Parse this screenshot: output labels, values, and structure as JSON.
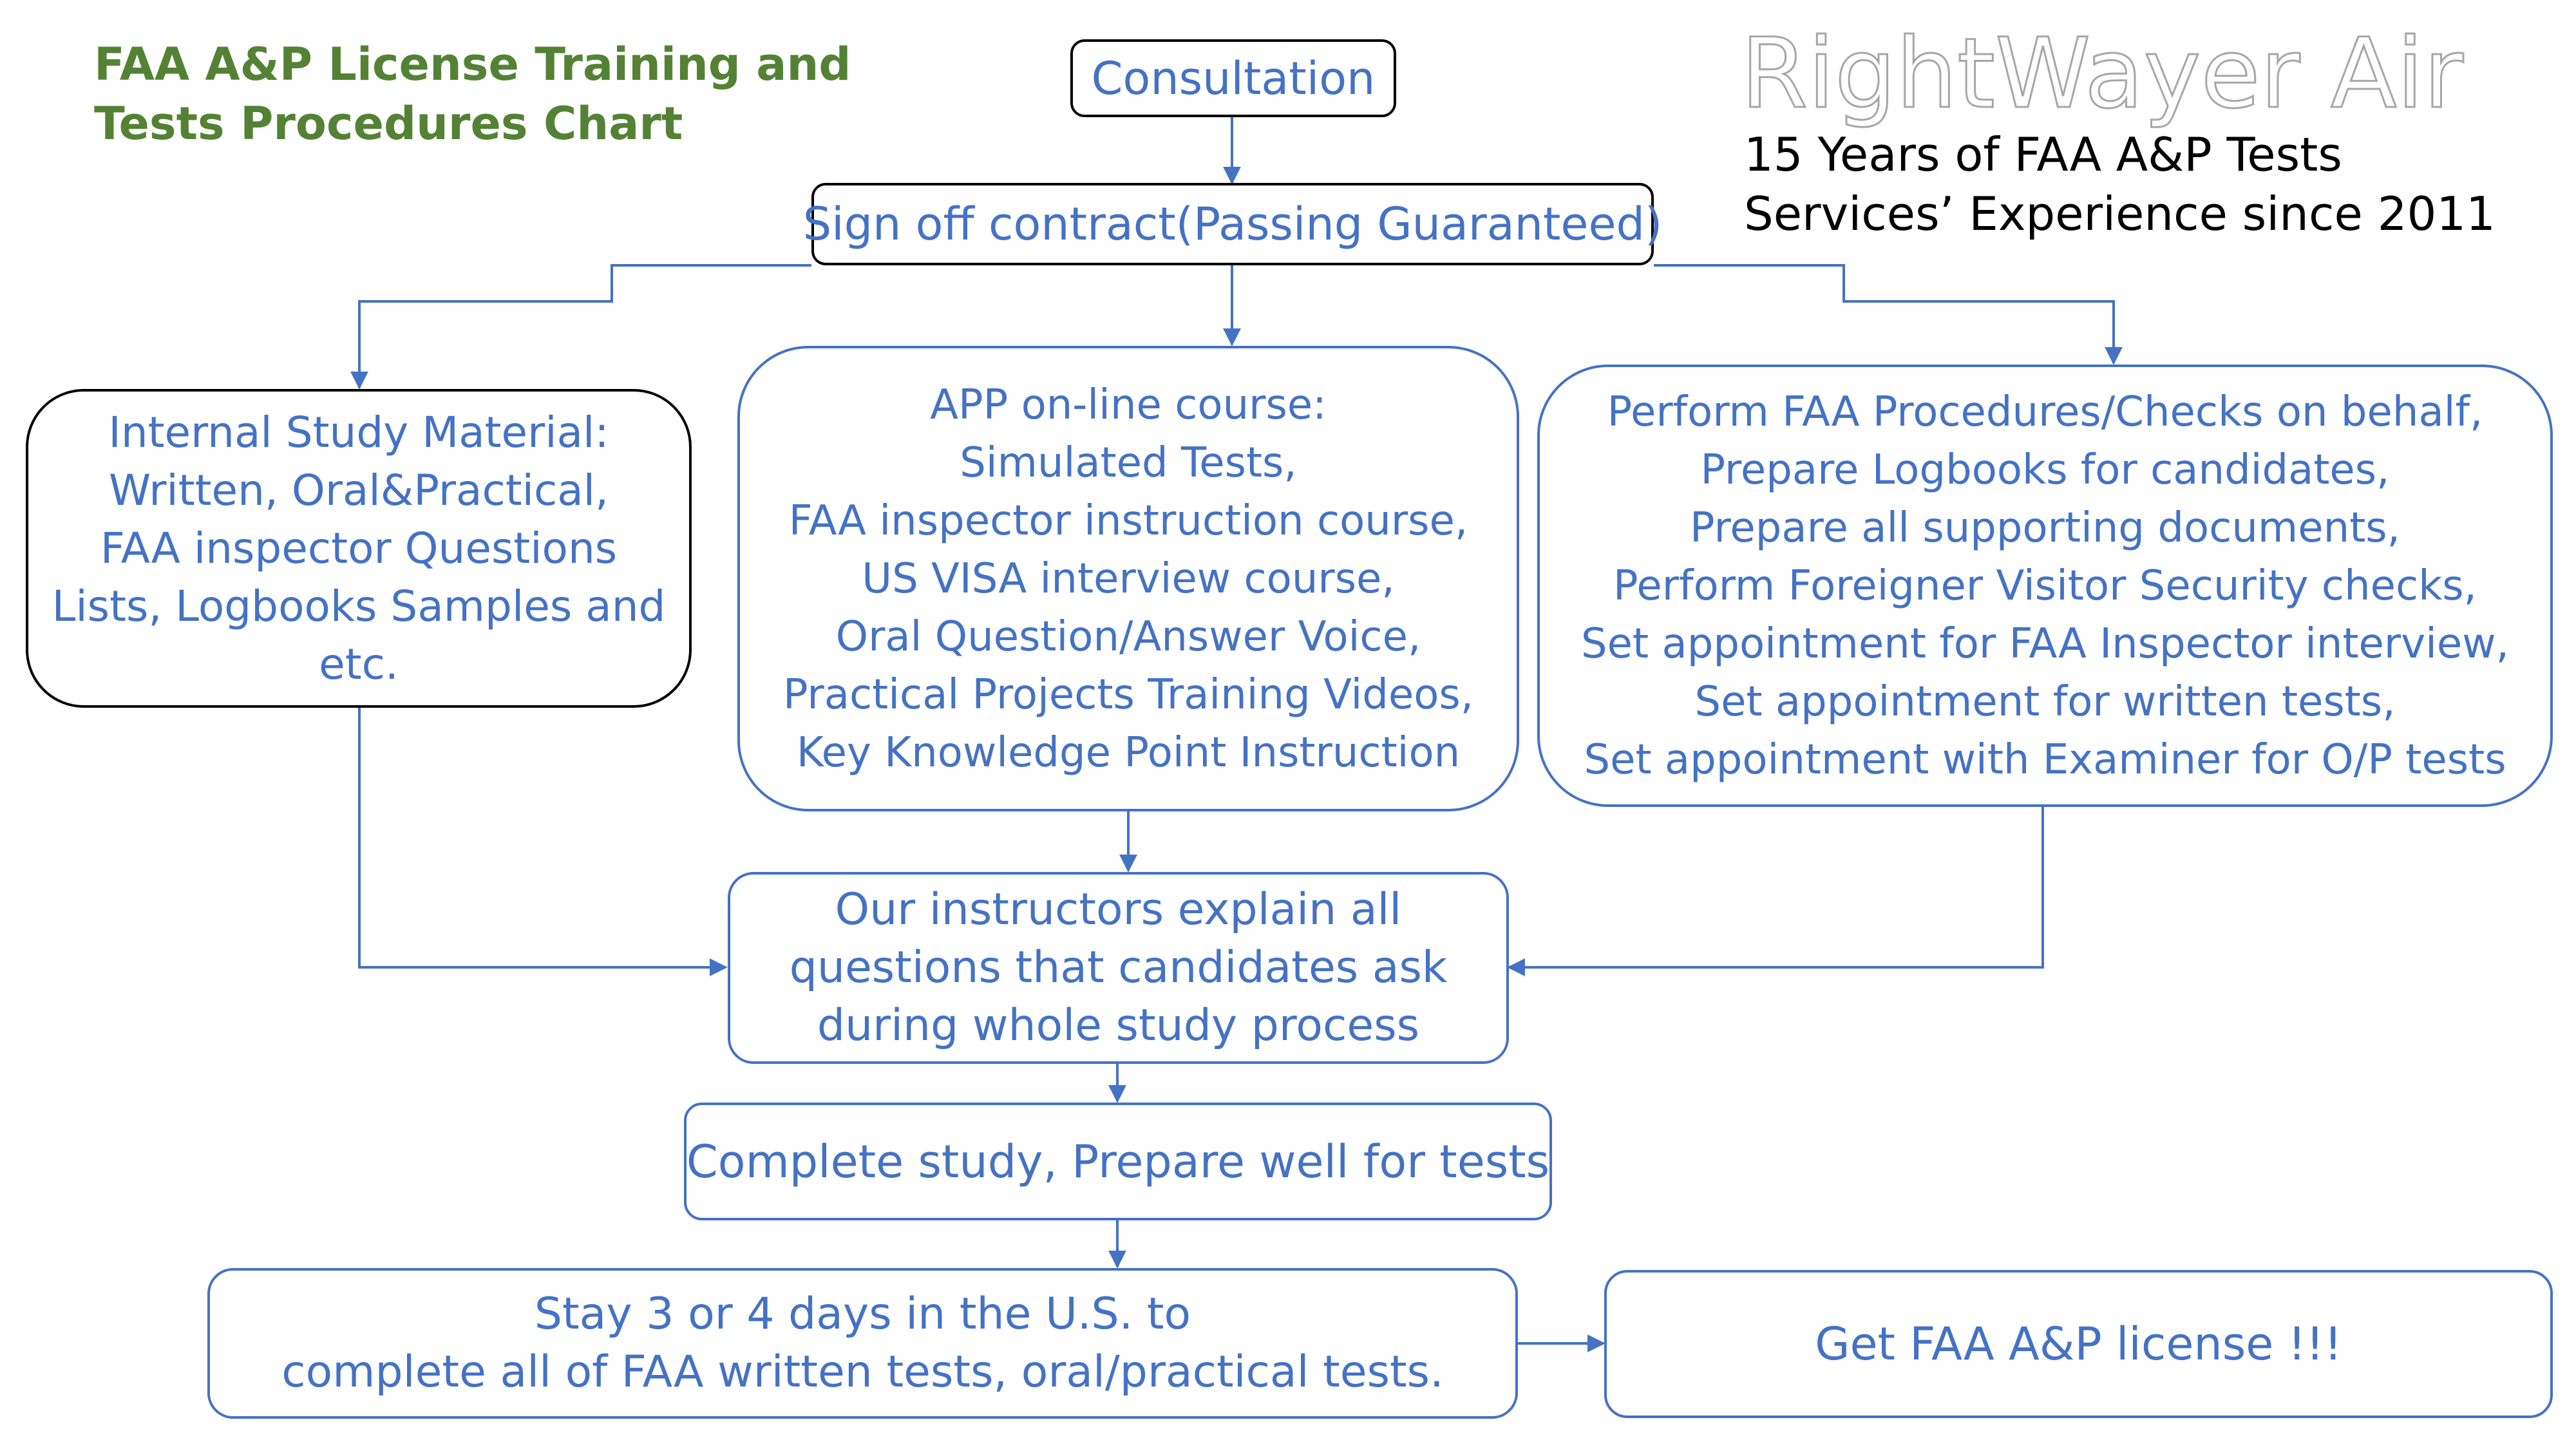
{
  "header": {
    "title_lines": [
      "FAA A&P License Training and",
      "Tests Procedures Chart"
    ],
    "brand": "RightWayer Air",
    "tagline_lines": [
      "15 Years of FAA A&P Tests",
      "Services’ Experience since 2011"
    ]
  },
  "nodes": {
    "consultation": {
      "lines": [
        "Consultation"
      ]
    },
    "contract": {
      "lines": [
        "Sign off contract(Passing Guaranteed)"
      ]
    },
    "study_material": {
      "lines": [
        "Internal Study Material:",
        "Written, Oral&Practical,",
        "FAA inspector Questions",
        "Lists, Logbooks Samples and",
        "etc."
      ]
    },
    "app_course": {
      "lines": [
        "APP on-line course:",
        "Simulated Tests,",
        "FAA inspector instruction course,",
        "US VISA interview  course,",
        "Oral Question/Answer Voice,",
        "Practical Projects Training Videos,",
        "Key Knowledge Point Instruction"
      ]
    },
    "procedures": {
      "lines": [
        "Perform FAA Procedures/Checks on behalf,",
        "Prepare Logbooks for candidates,",
        "Prepare all supporting documents,",
        "Perform Foreigner Visitor Security checks,",
        "Set appointment for FAA Inspector interview,",
        "Set appointment for written tests,",
        "Set appointment with Examiner for O/P tests"
      ]
    },
    "instructors": {
      "lines": [
        "Our instructors explain all",
        "questions that candidates ask",
        "during whole study process"
      ]
    },
    "complete_study": {
      "lines": [
        "Complete study, Prepare well for tests"
      ]
    },
    "stay": {
      "lines": [
        "Stay 3 or 4 days in the U.S. to",
        "complete all of FAA written tests, oral/practical tests."
      ]
    },
    "license": {
      "lines": [
        "Get FAA A&P license !!!"
      ]
    }
  },
  "colors": {
    "title": "#548235",
    "box_text": "#4472c4",
    "box_border": "#4472c4",
    "dark_border": "#000000",
    "connector": "#4472c4",
    "brand_outline": "#a6a6a6",
    "tagline": "#000000"
  }
}
